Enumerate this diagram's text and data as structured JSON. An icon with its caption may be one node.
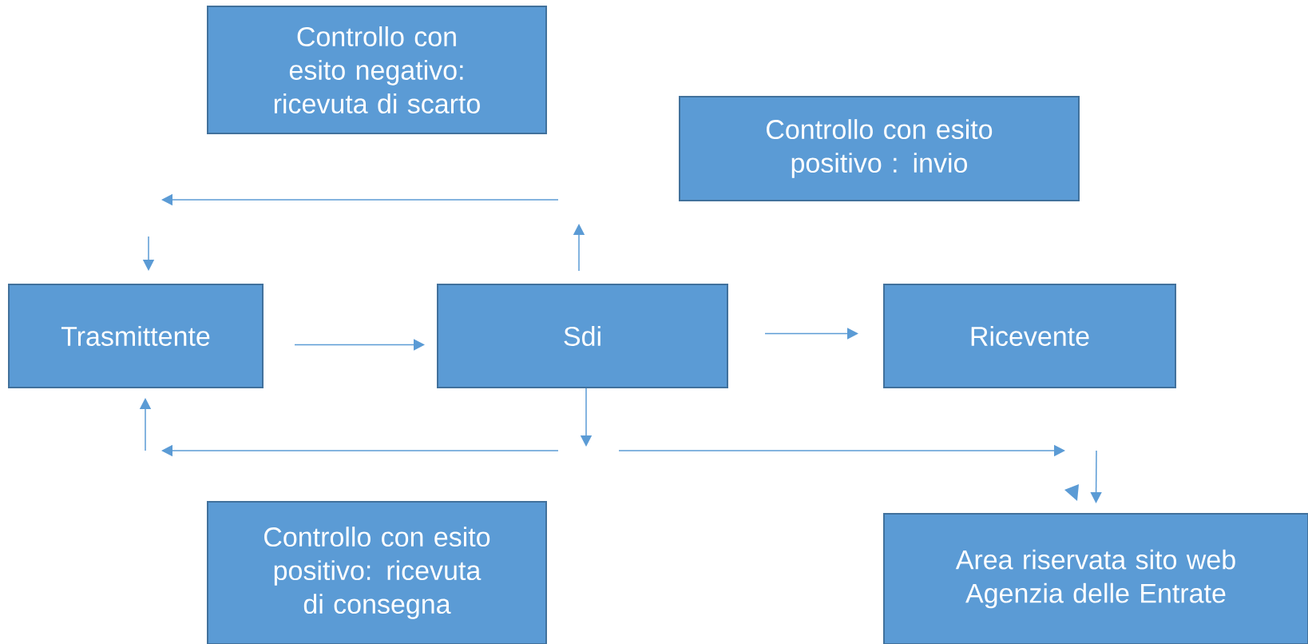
{
  "diagram": {
    "nodes": [
      {
        "text": [
          "Controllo con esito negativo: ricevuta di scarto"
        ]
      },
      {
        "text": [
          "Controllo con esito positivo : invio"
        ]
      },
      {
        "text": [
          "Trasmittente"
        ]
      },
      {
        "text": [
          "Sdi"
        ]
      },
      {
        "text": [
          "Ricevente"
        ]
      },
      {
        "text": [
          "Controllo con esito positivo: ricevuta di consegna"
        ]
      },
      {
        "text": [
          "Area riservata sito web Agenzia delle Entrate"
        ]
      }
    ],
    "edges": [
      {
        "from": 2,
        "to": 3,
        "arrow": "to"
      },
      {
        "from": 3,
        "to": 4,
        "arrow": "to"
      },
      {
        "from": 3,
        "to": null,
        "arrow": "to"
      },
      {
        "from": null,
        "to": 2,
        "arrow": "to"
      },
      {
        "from": 3,
        "to": null,
        "arrow": "to"
      },
      {
        "from": null,
        "to": 2,
        "arrow": "to"
      },
      {
        "from": null,
        "to": 6,
        "arrow": "to"
      }
    ]
  }
}
